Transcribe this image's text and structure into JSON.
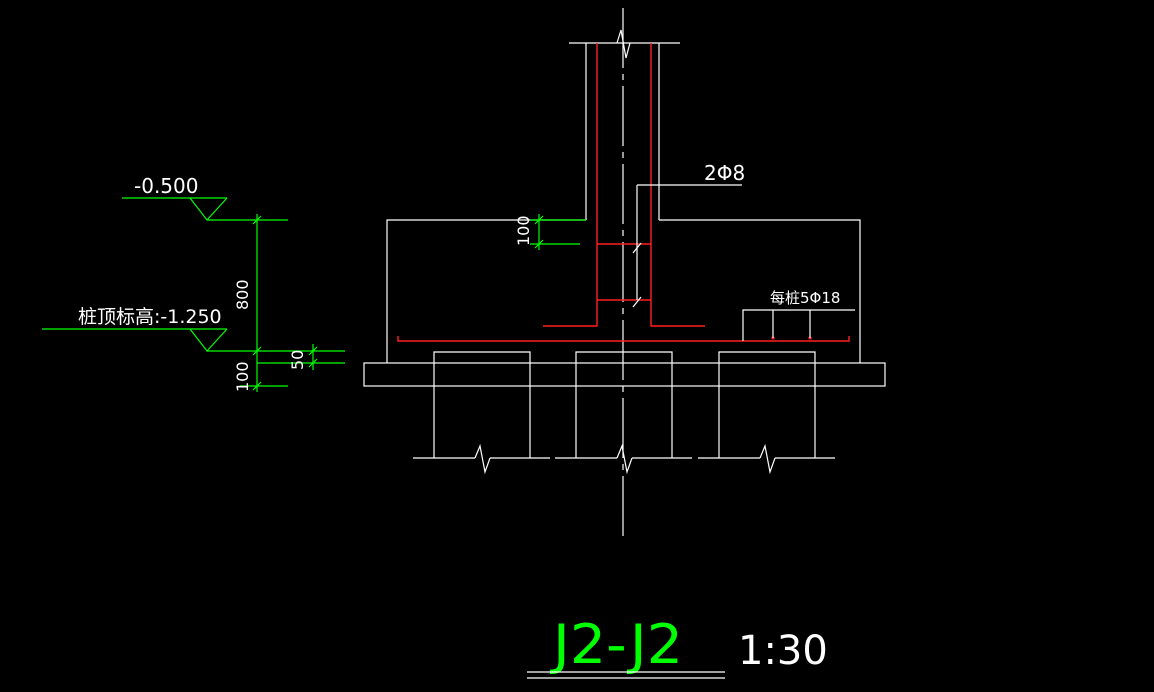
{
  "labels": {
    "elev_top": "-0.500",
    "pile_top": "桩顶标高:-1.250",
    "dim_800": "800",
    "dim_100_left": "100",
    "dim_50": "50",
    "dim_100_column": "100",
    "stirrup": "2Φ8",
    "bottom_rebar": "每桩5Φ18",
    "title": "J2-J2",
    "scale": "1:30"
  },
  "colors": {
    "background": "#000000",
    "outline": "#ffffff",
    "dimension": "#00ff00",
    "rebar": "#ff2020"
  }
}
